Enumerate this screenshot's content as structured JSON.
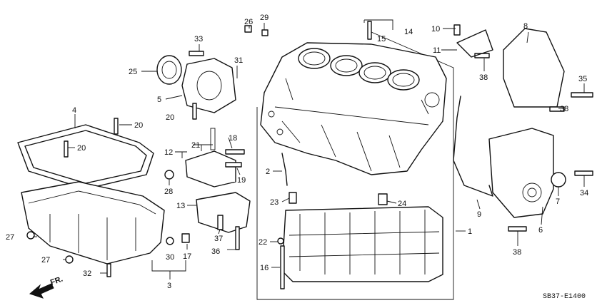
{
  "diagram": {
    "code": "SB37-E1400",
    "direction_label": "FR.",
    "callouts": [
      "1",
      "2",
      "3",
      "4",
      "5",
      "6",
      "7",
      "8",
      "9",
      "10",
      "11",
      "12",
      "13",
      "14",
      "15",
      "16",
      "17",
      "18",
      "19",
      "20",
      "20",
      "21",
      "22",
      "23",
      "24",
      "25",
      "26",
      "27",
      "27",
      "28",
      "29",
      "30",
      "31",
      "32",
      "33",
      "34",
      "35",
      "36",
      "37",
      "38",
      "38",
      "38"
    ]
  }
}
